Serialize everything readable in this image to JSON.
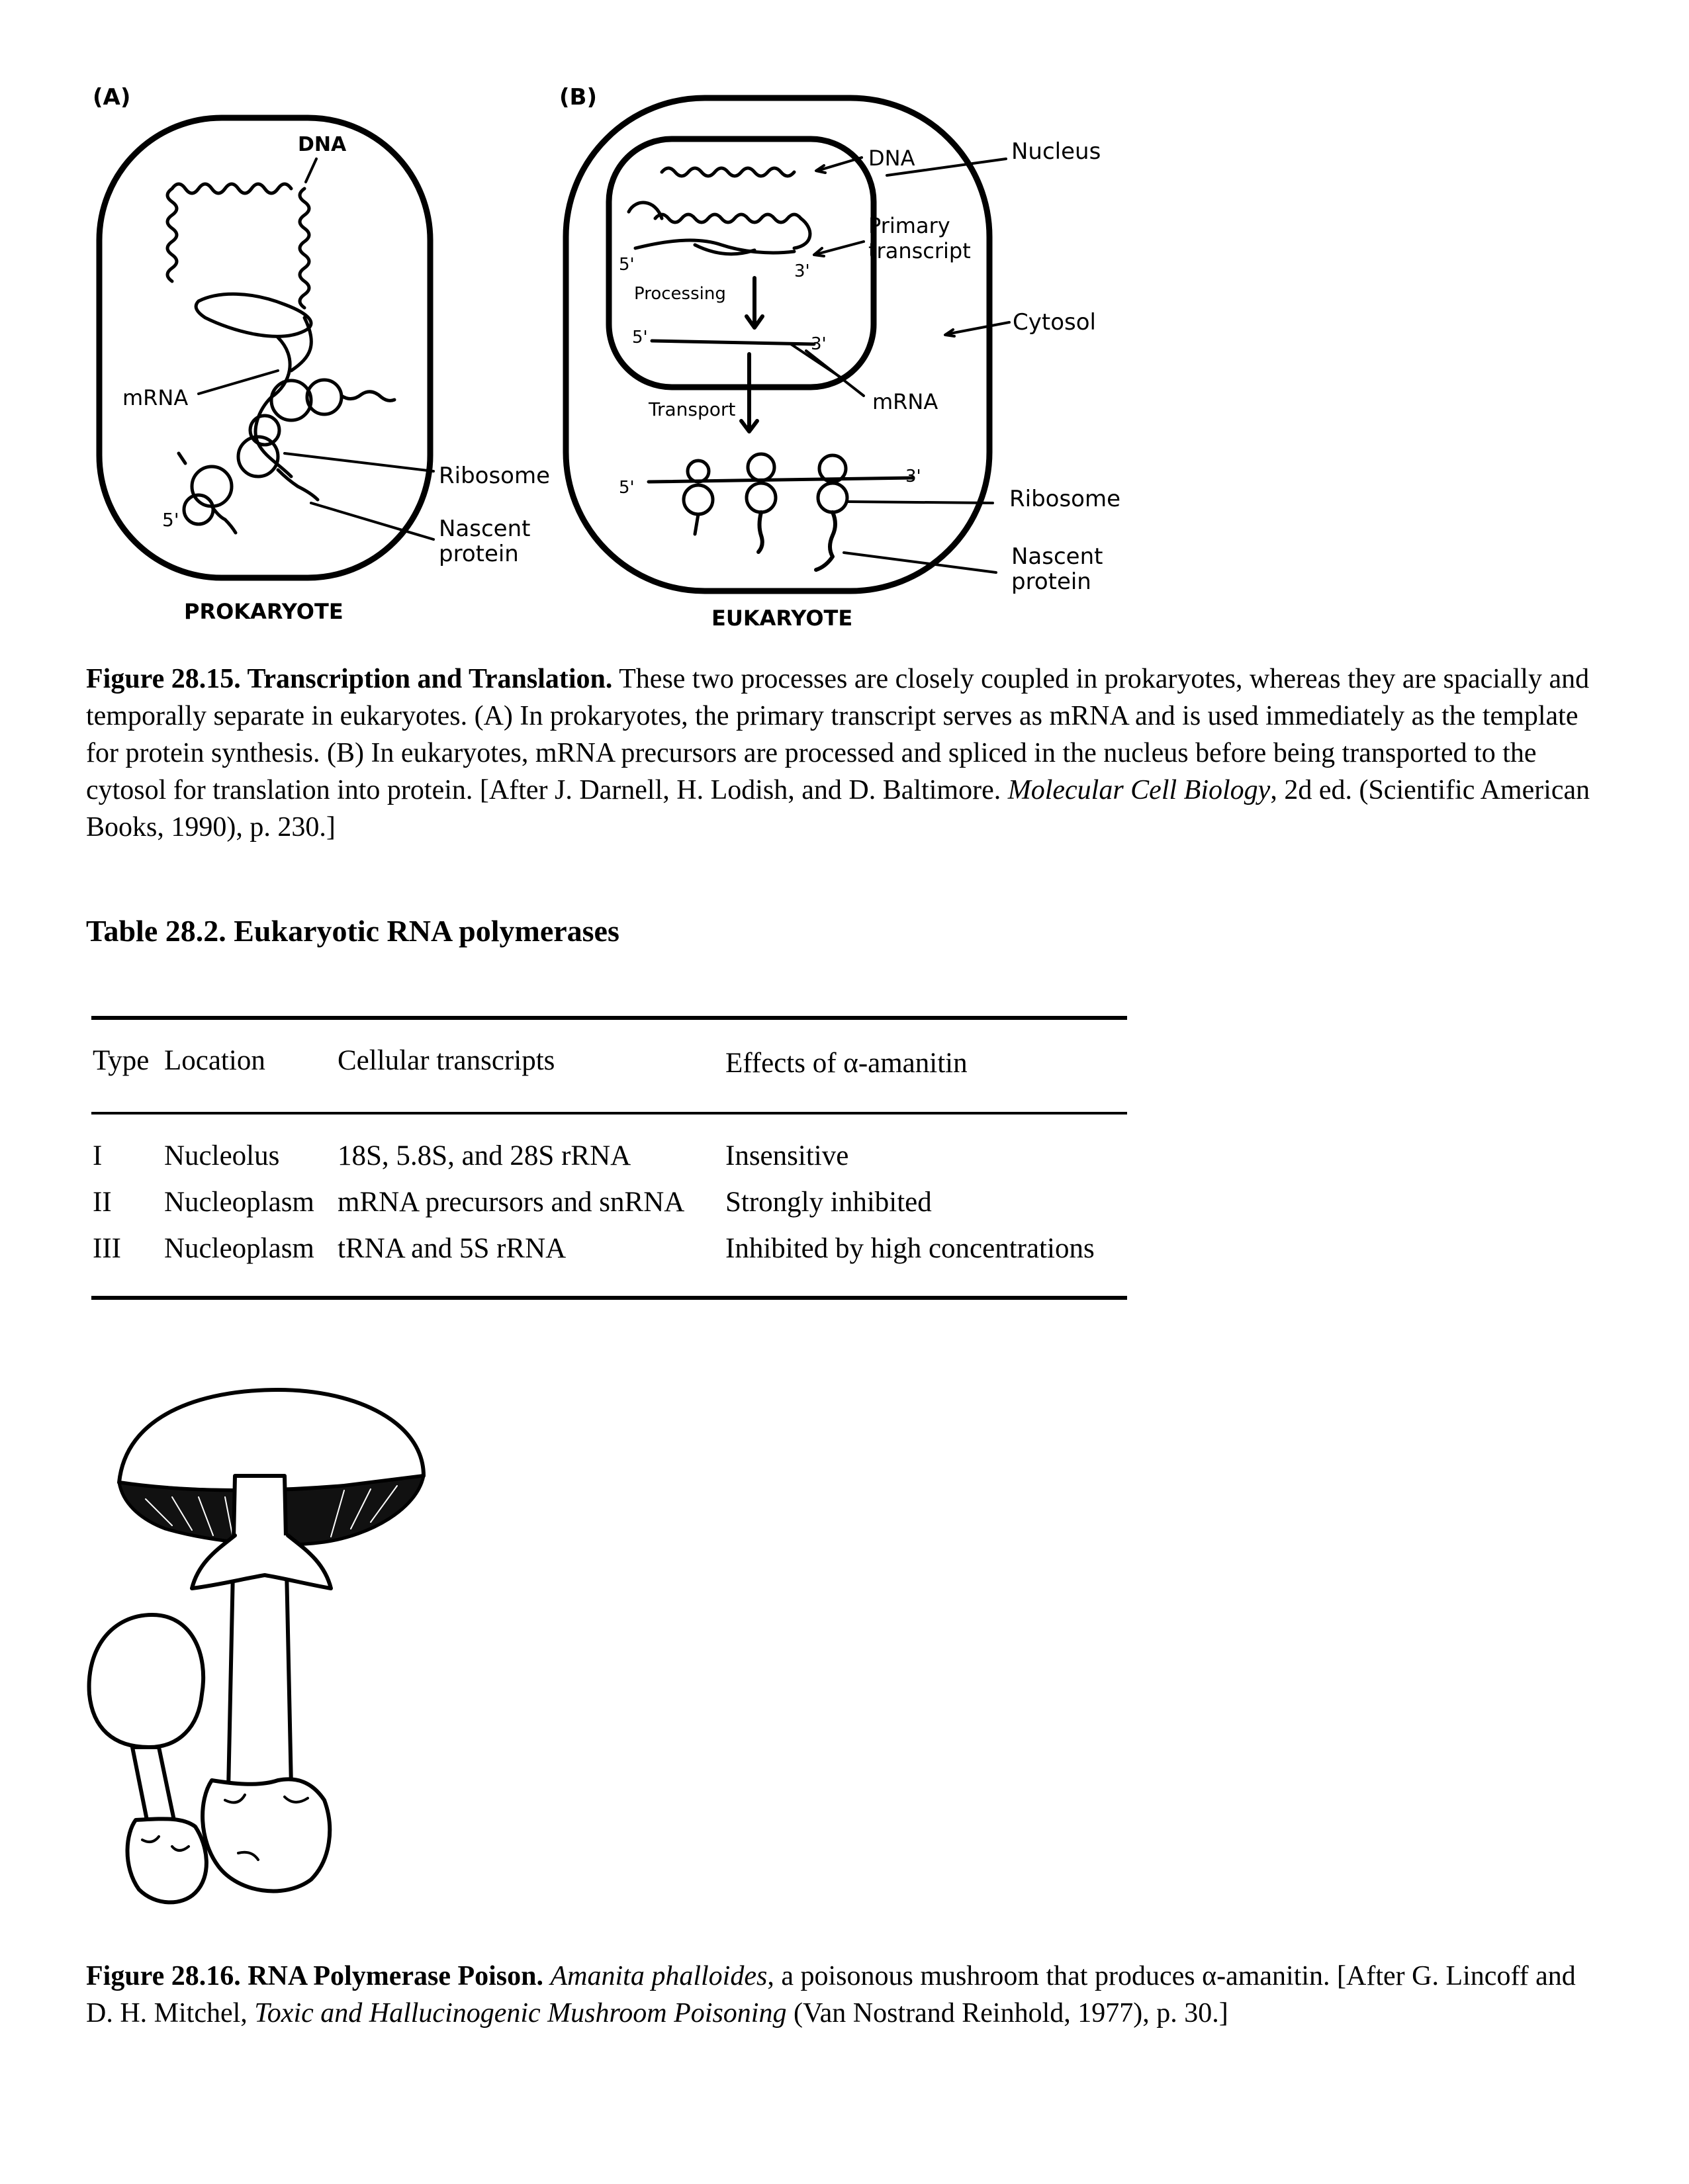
{
  "figure_a": {
    "panel_label": "(A)",
    "cell_label": "PROKARYOTE",
    "labels": {
      "dna": "DNA",
      "mrna": "mRNA",
      "ribosome": "Ribosome",
      "nascent": "Nascent",
      "protein": "protein",
      "five_prime": "5'"
    }
  },
  "figure_b": {
    "panel_label": "(B)",
    "cell_label": "EUKARYOTE",
    "labels": {
      "dna": "DNA",
      "nucleus": "Nucleus",
      "primary": "Primary",
      "transcript": "transcript",
      "five_prime_top": "5'",
      "three_prime_top": "3'",
      "processing": "Processing",
      "five_prime_mid": "5'",
      "three_prime_mid": "3'",
      "cytosol": "Cytosol",
      "mrna": "mRNA",
      "transport": "Transport",
      "five_prime_bottom": "5'",
      "three_prime_bottom": "3'",
      "ribosome": "Ribosome",
      "nascent": "Nascent",
      "protein": "protein"
    }
  },
  "caption_28_15": {
    "bold": "Figure 28.15. Transcription and Translation.",
    "text1": " These two processes are closely coupled in prokaryotes, whereas they are spacially and temporally separate in eukaryotes. (A) In prokaryotes, the primary transcript serves as mRNA and is used immediately as the template for protein synthesis. (B) In eukaryotes, mRNA precursors are processed and spliced in the nucleus before being transported to the cytosol for translation into protein. [After J. Darnell, H. Lodish, and D. Baltimore. ",
    "italic": "Molecular Cell Biology",
    "text2": ", 2d ed. (Scientific American Books, 1990), p. 230.]"
  },
  "table": {
    "title": "Table 28.2. Eukaryotic RNA polymerases",
    "headers": [
      "Type",
      "Location",
      "Cellular transcripts",
      "Effects of α-amanitin"
    ],
    "rows": [
      [
        "I",
        "Nucleolus",
        "18S, 5.8S, and 28S rRNA",
        "Insensitive"
      ],
      [
        "II",
        "Nucleoplasm",
        "mRNA precursors and snRNA",
        "Strongly inhibited"
      ],
      [
        "III",
        "Nucleoplasm",
        "tRNA and 5S rRNA",
        "Inhibited by high concentrations"
      ]
    ]
  },
  "caption_28_16": {
    "bold": "Figure 28.16. RNA Polymerase Poison.",
    "italic1": "Amanita phalloides",
    "text1": ", a poisonous mushroom that produces α-amanitin. [After G. Lincoff and D. H. Mitchel, ",
    "italic2": "Toxic and Hallucinogenic Mushroom Poisoning",
    "text2": " (Van Nostrand Reinhold, 1977), p. 30.]"
  },
  "colors": {
    "ink": "#000000",
    "paper": "#ffffff"
  }
}
